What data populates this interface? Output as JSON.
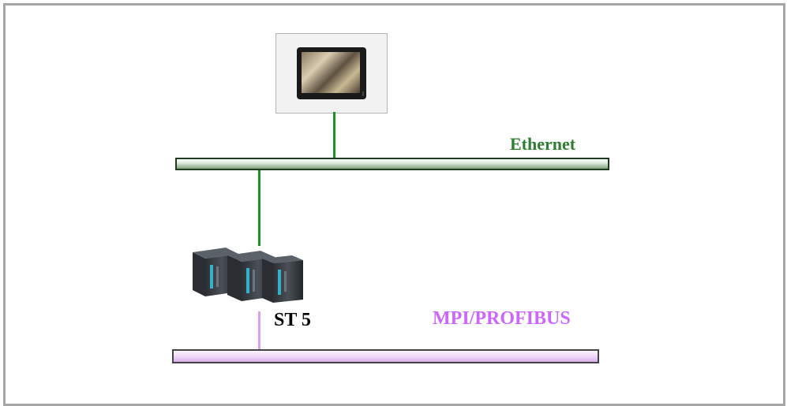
{
  "labels": {
    "ethernet": "Ethernet",
    "mpi_profibus": "MPI/PROFIBUS",
    "plc_name": "ST 5"
  },
  "colors": {
    "ethernet": "#2e7d32",
    "ethernet_line": "#1f8f2a",
    "mpi_profibus": "#cc66ff",
    "mpi_line": "#d9a0f0",
    "frame_border": "#a6a6a6"
  },
  "icons": {
    "hmi": "hmi-panel-icon",
    "plc": "plc-rack-icon"
  }
}
